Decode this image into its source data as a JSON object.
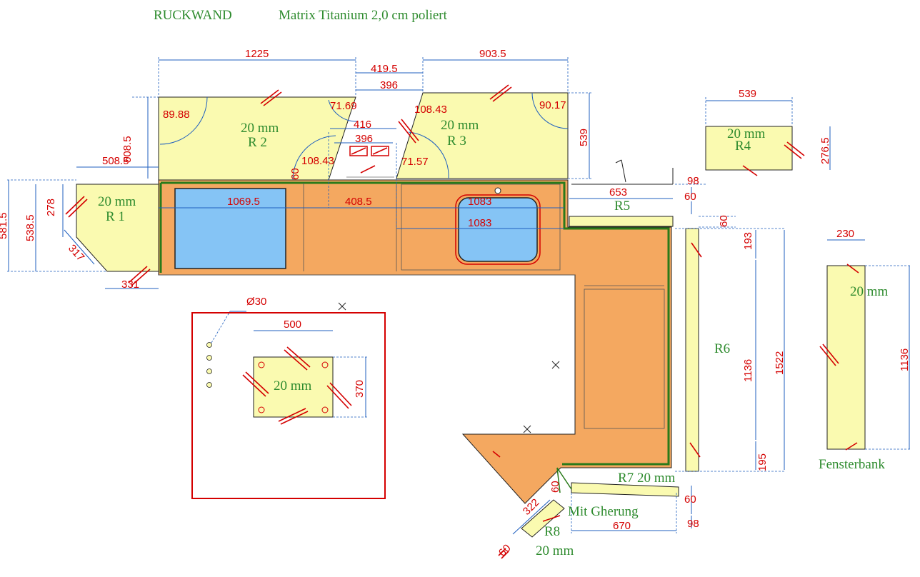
{
  "header": {
    "title": "RUCKWAND",
    "material": "Matrix Titanium 2,0 cm poliert"
  },
  "pieces": {
    "r1": {
      "name": "R 1",
      "thickness": "20 mm"
    },
    "r2": {
      "name": "R 2",
      "thickness": "20 mm"
    },
    "r3": {
      "name": "R 3",
      "thickness": "20 mm"
    },
    "r4": {
      "name": "R4",
      "thickness": "20 mm"
    },
    "r5": {
      "name": "R5"
    },
    "r6": {
      "name": "R6"
    },
    "r7": {
      "name": "R7",
      "thickness": "20 mm"
    },
    "r8": {
      "name": "R8",
      "thickness": "20 mm"
    },
    "fensterbank": {
      "name": "Fensterbank",
      "thickness": "20 mm"
    },
    "plate": {
      "thickness": "20 mm"
    }
  },
  "notes": {
    "mitre": "Mit  Gherung",
    "hole_diameter": "Ø30"
  },
  "dimensions": {
    "d1225": "1225",
    "d4195": "419.5",
    "d9035": "903.5",
    "d396a": "396",
    "d416": "416",
    "d396b": "396",
    "d5085a": "508.5",
    "d5085b": "508.5",
    "d539a": "539",
    "d10695": "1069.5",
    "d4085": "408.5",
    "d1083a": "1083",
    "d1083b": "1083",
    "d653": "653",
    "d5385": "538.5",
    "d5815": "581.5",
    "d278": "278",
    "d317": "317",
    "d331": "331",
    "d60a": "60",
    "d60b": "60",
    "d60c": "60",
    "d60d": "60",
    "d60e": "60",
    "d60f": "60",
    "d98a": "98",
    "d98b": "98",
    "d193": "193",
    "d1136a": "1136",
    "d1522": "1522",
    "d195": "195",
    "d539b": "539",
    "d2765": "276.5",
    "d230": "230",
    "d1136b": "1136",
    "d500": "500",
    "d370": "370",
    "d670": "670",
    "d322": "322",
    "a8988": "89.88",
    "a7169": "71.69",
    "a10843a": "108.43",
    "a9017": "90.17",
    "a10843b": "108.43",
    "a7157": "71.57"
  }
}
